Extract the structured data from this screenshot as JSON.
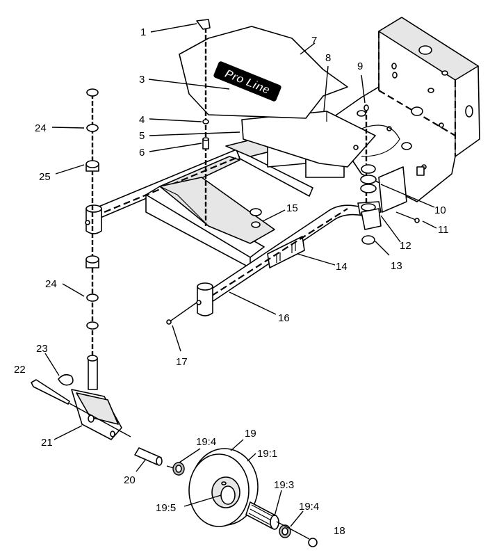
{
  "brand_logo": "Pro Line",
  "callouts": {
    "c1": "1",
    "c3": "3",
    "c4": "4",
    "c5": "5",
    "c6": "6",
    "c7": "7",
    "c8": "8",
    "c9": "9",
    "c10": "10",
    "c11": "11",
    "c12": "12",
    "c13": "13",
    "c14": "14",
    "c15": "15",
    "c16": "16",
    "c17": "17",
    "c18": "18",
    "c19": "19",
    "c19_1": "19:1",
    "c19_3": "19:3",
    "c19_4a": "19:4",
    "c19_4b": "19:4",
    "c19_5": "19:5",
    "c20": "20",
    "c21": "21",
    "c22": "22",
    "c23": "23",
    "c24a": "24",
    "c24b": "24",
    "c25": "25"
  }
}
